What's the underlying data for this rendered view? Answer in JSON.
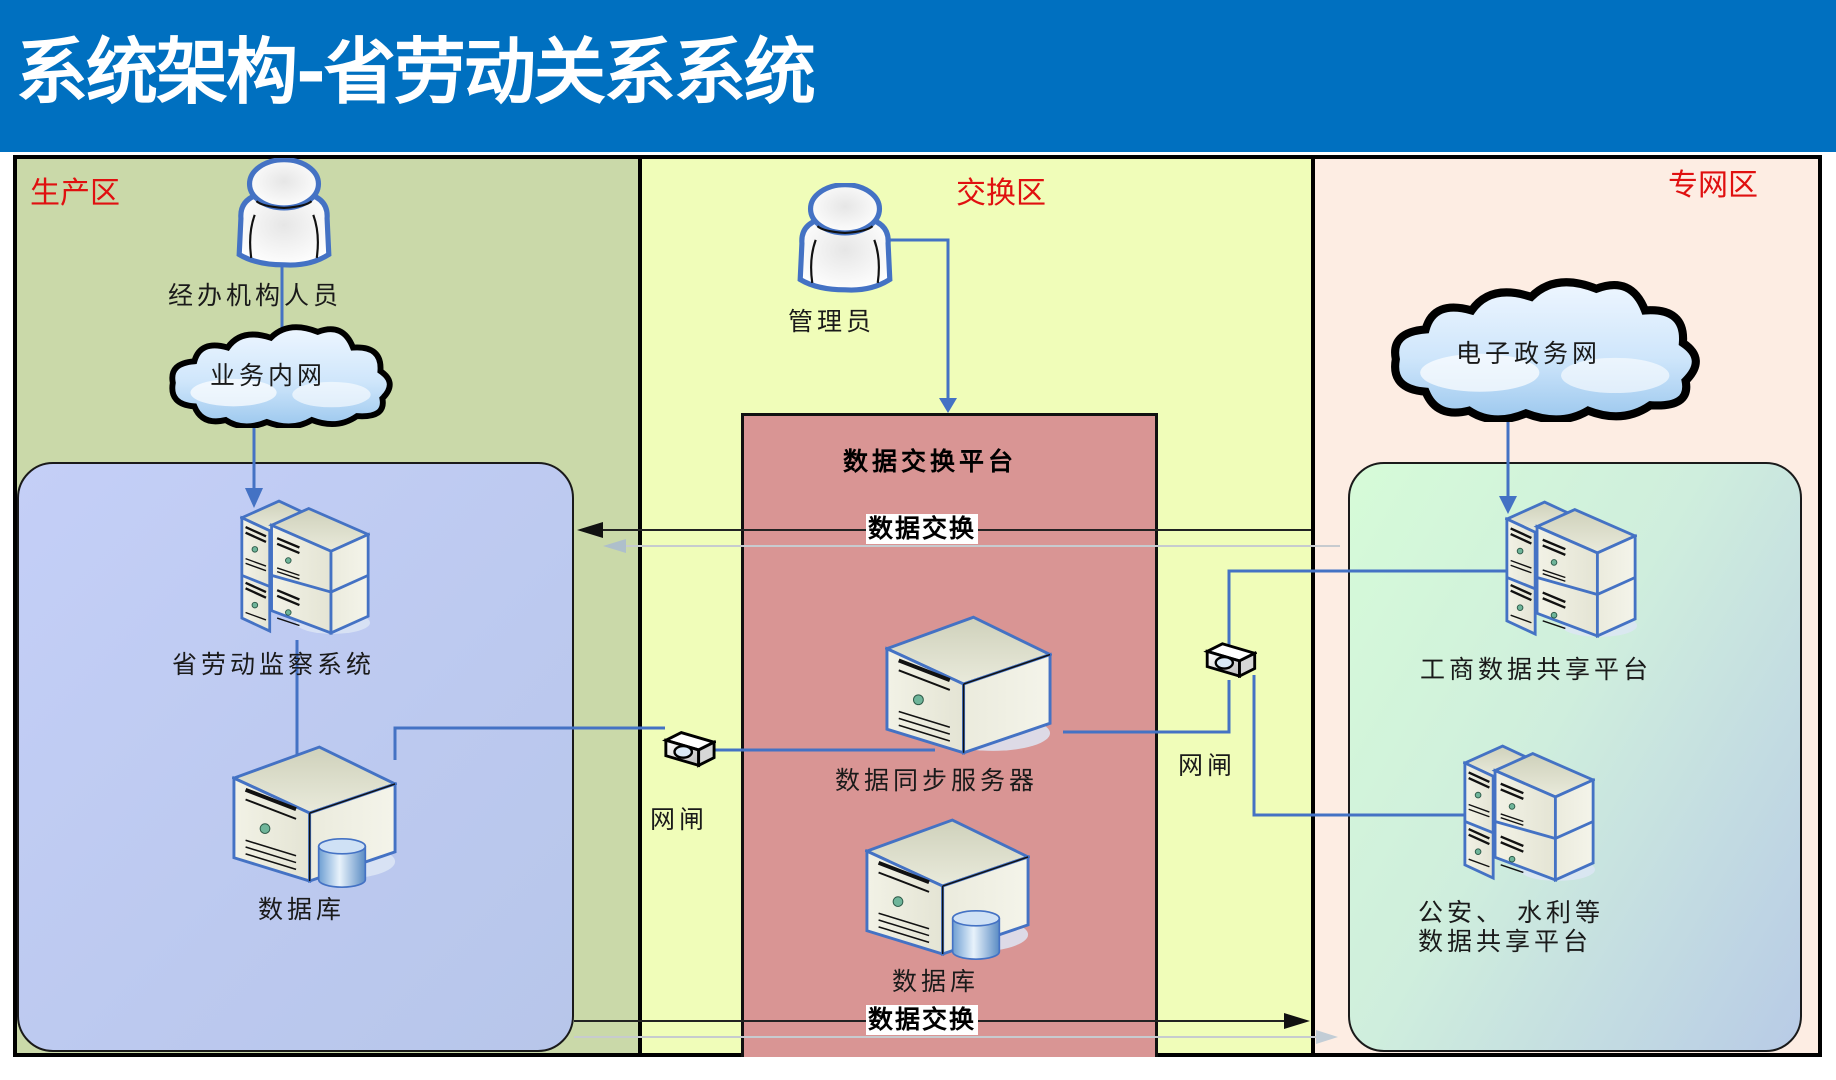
{
  "header": {
    "title": "系统架构-省劳动关系系统",
    "background_color": "#0070c0"
  },
  "zones": [
    {
      "id": "production",
      "label": "生产区",
      "color": "#cad9a9"
    },
    {
      "id": "exchange",
      "label": "交换区",
      "color": "#f0fdb9"
    },
    {
      "id": "private-network",
      "label": "专网区",
      "color": "#fdede3"
    }
  ],
  "production": {
    "user_label": "经办机构人员",
    "cloud_label": "业务内网",
    "system_label": "省劳动监察系统",
    "database_label": "数据库"
  },
  "exchange": {
    "admin_label": "管理员",
    "platform_title": "数据交换平台",
    "flow_top_label": "数据交换",
    "flow_bottom_label": "数据交换",
    "sync_server_label": "数据同步服务器",
    "database_label": "数据库",
    "gateway_left_label": "网闸",
    "gateway_right_label": "网闸",
    "platform_color": "#d99594"
  },
  "private_network": {
    "cloud_label": "电子政务网",
    "commerce_platform_label": "工商数据共享平台",
    "other_platform_label_line1": "公安、 水利等",
    "other_platform_label_line2": "数据共享平台"
  },
  "colors": {
    "zone_label": "#e01010",
    "connector": "#4472c4",
    "server_outline": "#4472c4"
  }
}
